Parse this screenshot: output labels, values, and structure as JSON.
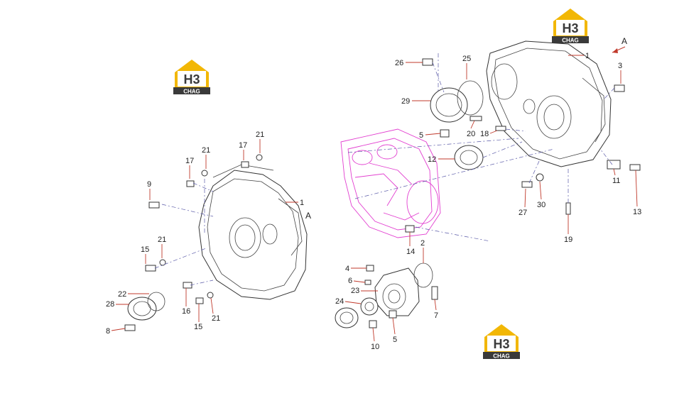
{
  "logos": [
    {
      "top": "H3",
      "bottom": "CHAG",
      "accent": "#f2b705",
      "dark": "#3a3a3a"
    },
    {
      "top": "H3",
      "bottom": "CHAG",
      "accent": "#f2b705",
      "dark": "#3a3a3a"
    },
    {
      "top": "H3",
      "bottom": "CHAG",
      "accent": "#f2b705",
      "dark": "#3a3a3a"
    }
  ],
  "view_marker": "A",
  "left_labels": [
    "9",
    "17",
    "21",
    "17",
    "21",
    "1",
    "A",
    "21",
    "15",
    "22",
    "28",
    "8",
    "16",
    "15",
    "21"
  ],
  "right_labels": [
    "26",
    "25",
    "1",
    "3",
    "29",
    "5",
    "20",
    "18",
    "12",
    "27",
    "30",
    "11",
    "13",
    "19",
    "14",
    "2",
    "4",
    "6",
    "23",
    "24",
    "7",
    "10",
    "5"
  ],
  "colors": {
    "leader": "#c0392b",
    "block": "#e23fd0",
    "dash": "#5a5aa8"
  }
}
